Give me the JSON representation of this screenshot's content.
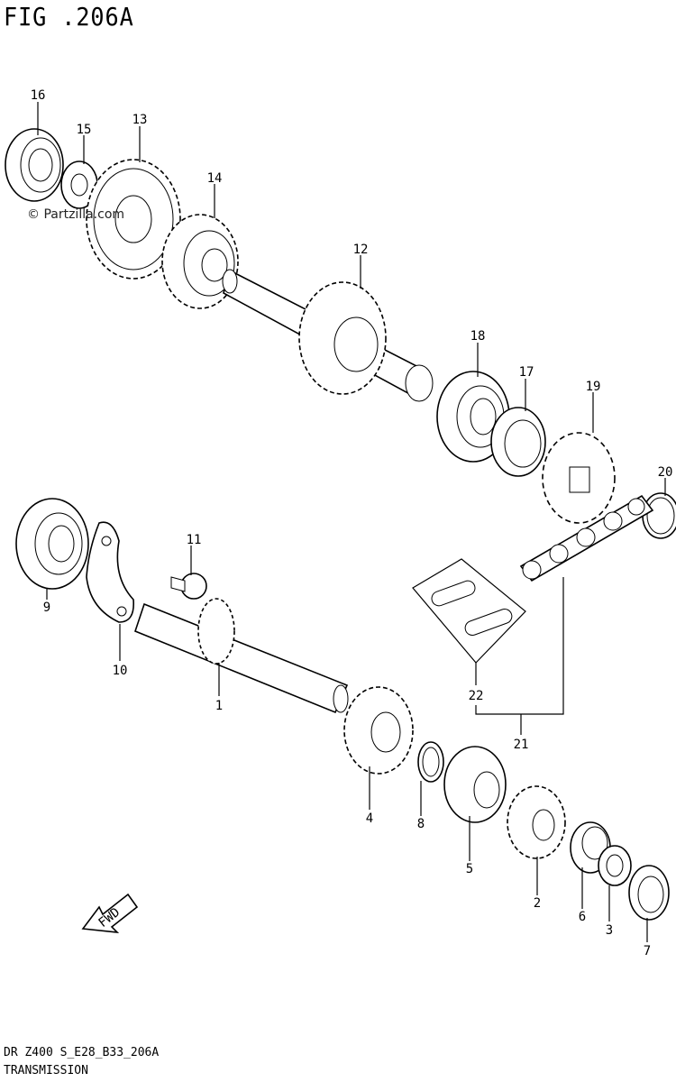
{
  "figure": {
    "title": "FIG .206A",
    "footer_code": "DR Z400 S_E28_B33_206A",
    "footer_name": "TRANSMISSION",
    "watermark": "© Partzilla.com",
    "fwd_label": "FWD"
  },
  "callouts": [
    {
      "id": "1",
      "label": "1"
    },
    {
      "id": "2",
      "label": "2"
    },
    {
      "id": "3",
      "label": "3"
    },
    {
      "id": "4",
      "label": "4"
    },
    {
      "id": "5",
      "label": "5"
    },
    {
      "id": "6",
      "label": "6"
    },
    {
      "id": "7",
      "label": "7"
    },
    {
      "id": "8",
      "label": "8"
    },
    {
      "id": "9",
      "label": "9"
    },
    {
      "id": "10",
      "label": "10"
    },
    {
      "id": "11",
      "label": "11"
    },
    {
      "id": "12",
      "label": "12"
    },
    {
      "id": "13",
      "label": "13"
    },
    {
      "id": "14",
      "label": "14"
    },
    {
      "id": "15",
      "label": "15"
    },
    {
      "id": "16",
      "label": "16"
    },
    {
      "id": "17",
      "label": "17"
    },
    {
      "id": "18",
      "label": "18"
    },
    {
      "id": "19",
      "label": "19"
    },
    {
      "id": "20",
      "label": "20"
    },
    {
      "id": "21",
      "label": "21"
    },
    {
      "id": "22",
      "label": "22"
    }
  ]
}
